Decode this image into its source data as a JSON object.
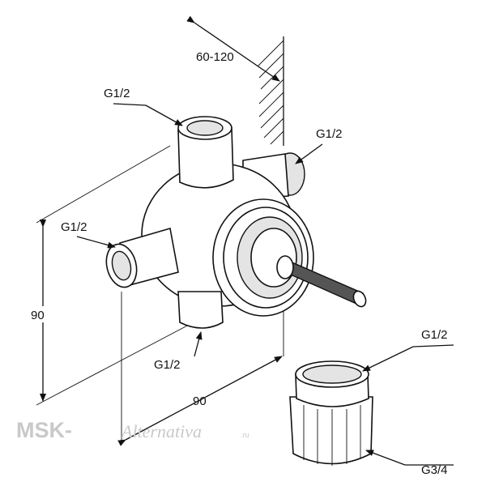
{
  "labels": {
    "wall_depth": "60-120",
    "top_inlet": "G1/2",
    "right_inlet": "G1/2",
    "left_inlet": "G1/2",
    "bottom_outlet": "G1/2",
    "adapter_top": "G1/2",
    "adapter_bottom": "G3/4",
    "height": "90",
    "width": "90"
  },
  "watermark": {
    "brand": "MSK-",
    "mark": "Alternativa",
    "suffix": ".ru"
  }
}
